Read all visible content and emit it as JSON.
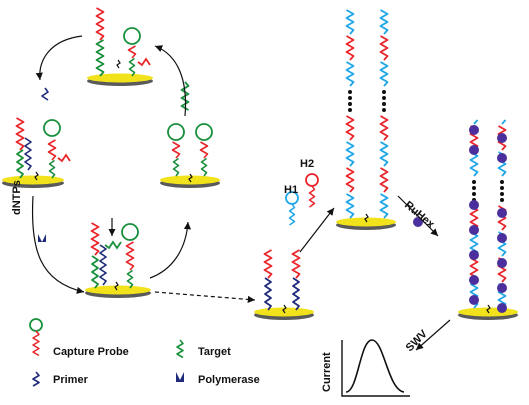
{
  "labels": {
    "dntps": "dNTPs",
    "h1": "H1",
    "h2": "H2",
    "ruhex": "RuHex",
    "swv": "SWV",
    "current": "Current"
  },
  "legend": {
    "capture_probe": "Capture Probe",
    "target": "Target",
    "primer": "Primer",
    "polymerase": "Polymerase"
  },
  "colors": {
    "red": "#e8262b",
    "blue": "#1ea6e6",
    "green": "#1a8f3c",
    "navy": "#1f2a7a",
    "gold": "#f2e21b",
    "base": "#5a5a5a",
    "ruhex": "#4b2f9c"
  }
}
